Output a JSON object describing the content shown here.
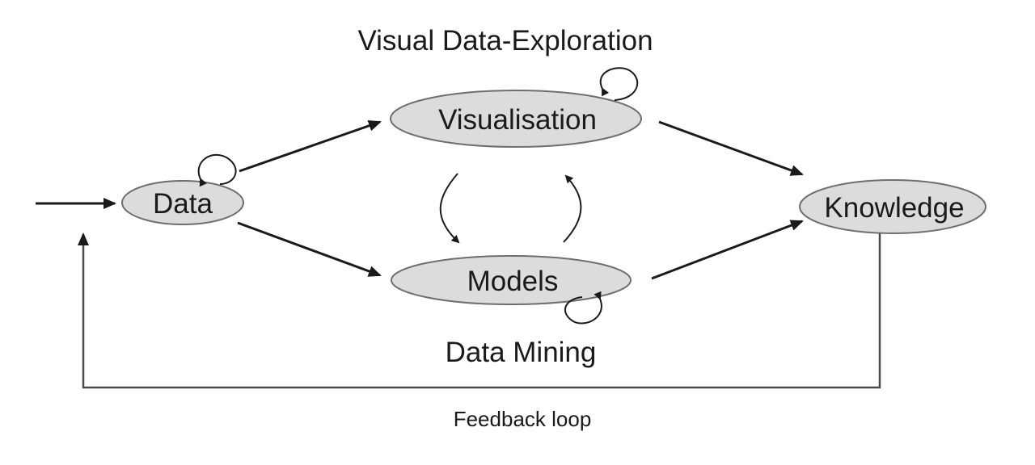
{
  "labels": {
    "top_title": "Visual Data-Exploration",
    "bottom_title": "Data Mining",
    "feedback": "Feedback loop"
  },
  "nodes": {
    "data": "Data",
    "visualisation": "Visualisation",
    "models": "Models",
    "knowledge": "Knowledge"
  },
  "colors": {
    "node_fill": "#dcdcdc",
    "node_stroke": "#6e6e6e",
    "arrow": "#1a1a1a",
    "feedback_line": "#4a4a4a"
  }
}
